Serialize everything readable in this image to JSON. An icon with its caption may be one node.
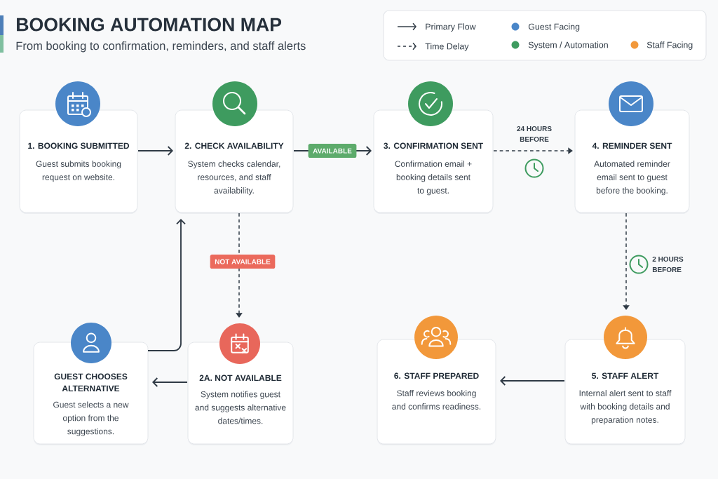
{
  "diagram": {
    "title": "BOOKING AUTOMATION MAP",
    "nodes": [
      {
        "text": [
          "1. BOOKING SUBMITTED",
          "Guest submits booking request on website."
        ]
      },
      {
        "text": [
          "2. CHECK AVAILABILITY",
          "System checks calendar, resources, and staff availability."
        ]
      },
      {
        "text": [
          "3. CONFIRMATION SENT",
          "Confirmation email + booking details sent to guest."
        ]
      },
      {
        "text": [
          "4. REMINDER SENT",
          "Automated reminder email sent to guest before the booking."
        ]
      },
      {
        "text": [
          "GUEST CHOOSES ALTERNATIVE",
          "Guest selects a new option from the suggestions."
        ]
      },
      {
        "text": [
          "2A. NOT AVAILABLE",
          "System notifies guest and suggests alternative dates/times."
        ]
      },
      {
        "text": [
          "6. STAFF PREPARED",
          "Staff reviews booking and confirms readiness."
        ]
      },
      {
        "text": [
          "5. STAFF ALERT",
          "Internal alert sent to staff with booking details and preparation notes."
        ]
      }
    ],
    "edges": [
      {
        "from": 0,
        "to": 1,
        "arrow": "to"
      },
      {
        "from": 1,
        "to": 2,
        "arrow": "to",
        "label": "AVAILABLE"
      },
      {
        "from": 2,
        "to": 3,
        "arrow": "to",
        "label": "24 HOURS BEFORE",
        "style": "dashed"
      },
      {
        "from": 1,
        "to": 5,
        "arrow": "to",
        "label": "NOT AVAILABLE",
        "style": "dashed"
      },
      {
        "from": 3,
        "to": 7,
        "arrow": "to",
        "label": "2 HOURS BEFORE",
        "style": "dashed"
      },
      {
        "from": 5,
        "to": 4,
        "arrow": "to"
      },
      {
        "from": 4,
        "to": 1,
        "arrow": "to"
      },
      {
        "from": 7,
        "to": 6,
        "arrow": "to"
      }
    ],
    "labels": [
      "From booking to confirmation, reminders, and staff alerts"
    ],
    "legend": [
      {
        "text": "Primary Flow"
      },
      {
        "text": "Guest Facing",
        "color": "#4a86c8"
      },
      {
        "text": "Time Delay"
      },
      {
        "text": "System / Automation",
        "color": "#3e9b5f"
      },
      {
        "text": "Staff Facing",
        "color": "#f2983a"
      }
    ]
  }
}
